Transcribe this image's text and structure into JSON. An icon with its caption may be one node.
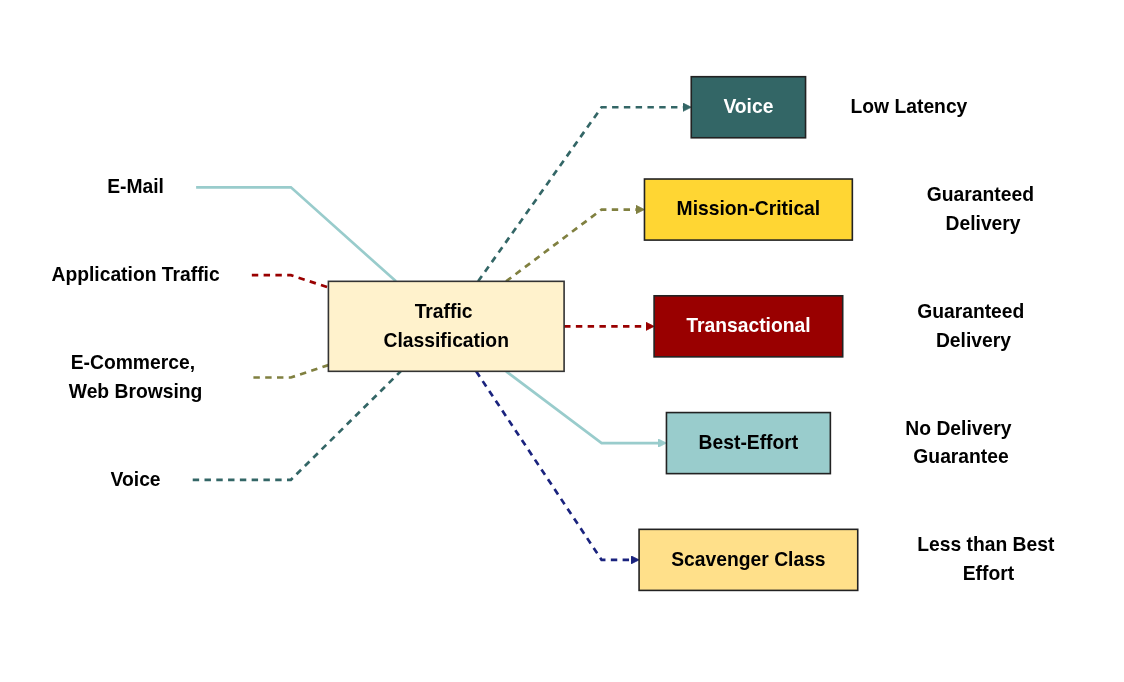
{
  "diagram": {
    "nodes": [
      {
        "text": [
          "E-Mail"
        ]
      },
      {
        "text": [
          "Application Traffic"
        ]
      },
      {
        "text": [
          "E-Commerce, Web Browsing"
        ]
      },
      {
        "text": [
          "Voice"
        ]
      },
      {
        "text": [
          "Traffic Classification"
        ]
      },
      {
        "text": [
          "Voice"
        ],
        "beside": [
          "Low Latency"
        ]
      },
      {
        "text": [
          "Mission-Critical"
        ],
        "beside": [
          "Guaranteed Delivery"
        ]
      },
      {
        "text": [
          "Transactional"
        ],
        "beside": [
          "Guaranteed Delivery"
        ]
      },
      {
        "text": [
          "Best-Effort"
        ],
        "beside": [
          "No Delivery Guarantee"
        ]
      },
      {
        "text": [
          "Scavenger Class"
        ],
        "beside": [
          "Less than Best Effort"
        ]
      }
    ],
    "edges": [
      {
        "from": 0,
        "to": 4,
        "arrow": "none",
        "color": "#99cccc"
      },
      {
        "from": 1,
        "to": 4,
        "arrow": "none",
        "style": "dashed",
        "color": "#990000"
      },
      {
        "from": 2,
        "to": 4,
        "arrow": "none",
        "style": "dashed",
        "color": "#808040"
      },
      {
        "from": 3,
        "to": 4,
        "arrow": "none",
        "style": "dashed",
        "color": "#336666"
      },
      {
        "from": 4,
        "to": 5,
        "arrow": "to",
        "style": "dashed",
        "color": "#336666"
      },
      {
        "from": 4,
        "to": 6,
        "arrow": "to",
        "style": "dashed",
        "color": "#808040"
      },
      {
        "from": 4,
        "to": 7,
        "arrow": "to",
        "style": "dashed",
        "color": "#990000"
      },
      {
        "from": 4,
        "to": 8,
        "arrow": "to",
        "color": "#99cccc"
      },
      {
        "from": 4,
        "to": 9,
        "arrow": "to",
        "style": "dashed",
        "color": "#1a237e"
      }
    ]
  }
}
